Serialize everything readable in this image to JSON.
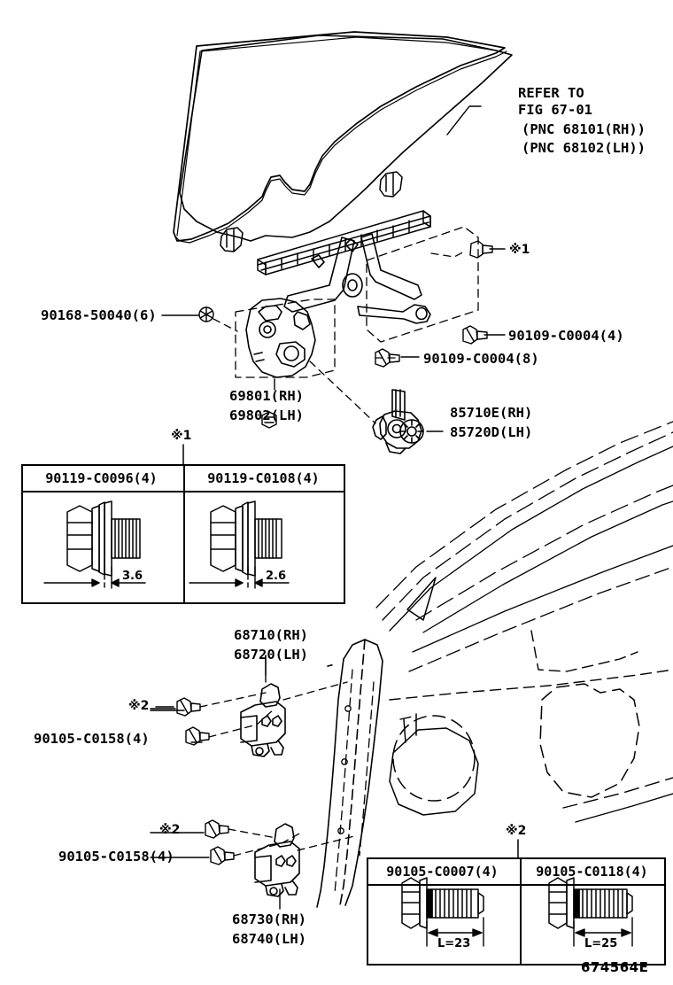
{
  "figure": {
    "id": "674564E",
    "title_note_lines": [
      "REFER TO",
      "FIG 67-01",
      "(PNC 68101(RH))",
      "(PNC 68102(LH))"
    ]
  },
  "callouts": {
    "glass_refer": {
      "line1": "REFER TO",
      "line2": "FIG 67-01",
      "line3": "(PNC 68101(RH))",
      "line4": "(PNC 68102(LH))"
    },
    "bolt_90168": {
      "text": "90168-50040(6)"
    },
    "bolt_90109_a": {
      "text": "90109-C0004(4)"
    },
    "bolt_90109_b": {
      "text": "90109-C0004(8)"
    },
    "regulator": {
      "line1": "69801(RH)",
      "line2": "69802(LH)"
    },
    "motor": {
      "line1": "85710E(RH)",
      "line2": "85720D(LH)"
    },
    "hinge_upper": {
      "line1": "68710(RH)",
      "line2": "68720(LH)"
    },
    "hinge_lower": {
      "line1": "68730(RH)",
      "line2": "68740(LH)"
    },
    "bolt_90105_upper": {
      "text": "90105-C0158(4)"
    },
    "bolt_90105_lower": {
      "text": "90105-C0158(4)"
    },
    "mark_star1_top": {
      "text": "※1"
    },
    "mark_star1_box": {
      "text": "※1"
    },
    "mark_star2_upper": {
      "text": "※2"
    },
    "mark_star2_lower": {
      "text": "※2"
    },
    "mark_star2_box": {
      "text": "※2"
    }
  },
  "detail_box_1": {
    "marker": "※1",
    "cells": [
      {
        "part_no": "90119-C0096(4)",
        "dimension": "3.6"
      },
      {
        "part_no": "90119-C0108(4)",
        "dimension": "2.6"
      }
    ]
  },
  "detail_box_2": {
    "marker": "※2",
    "cells": [
      {
        "part_no": "90105-C0007(4)",
        "dimension": "L=23"
      },
      {
        "part_no": "90105-C0118(4)",
        "dimension": "L=25"
      }
    ]
  },
  "colors": {
    "line": "#000000",
    "background": "#ffffff"
  }
}
